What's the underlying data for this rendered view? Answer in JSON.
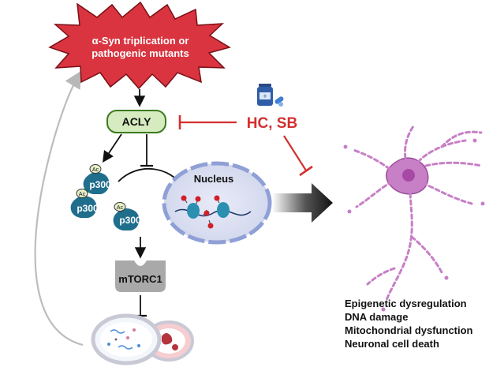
{
  "trigger": {
    "line1": "α-Syn triplication or",
    "line2": "pathogenic mutants",
    "fill": "#d9343f"
  },
  "acly": {
    "label": "ACLY",
    "fill": "#d6ebbf",
    "stroke": "#3c7a1f"
  },
  "inhibitor": {
    "label": "HC, SB",
    "color": "#d32f2f",
    "icon": "pill-bottle-icon"
  },
  "p300": {
    "label": "p300",
    "acetyl_label": "Ac",
    "fill": "#1f6e8c"
  },
  "nucleus": {
    "label": "Nucleus",
    "fill": "#d7dcef",
    "stroke": "#8fa0d6"
  },
  "mtorc1": {
    "label": "mTORC1",
    "fill": "#a9a9a9"
  },
  "autophagy": {
    "icon": "autolysosome-icon"
  },
  "neuron": {
    "icon": "degenerating-neuron-icon",
    "color": "#c77fc6"
  },
  "outcomes": [
    "Epigenetic dysregulation",
    "DNA damage",
    "Mitochondrial dysfunction",
    "Neuronal cell death"
  ]
}
